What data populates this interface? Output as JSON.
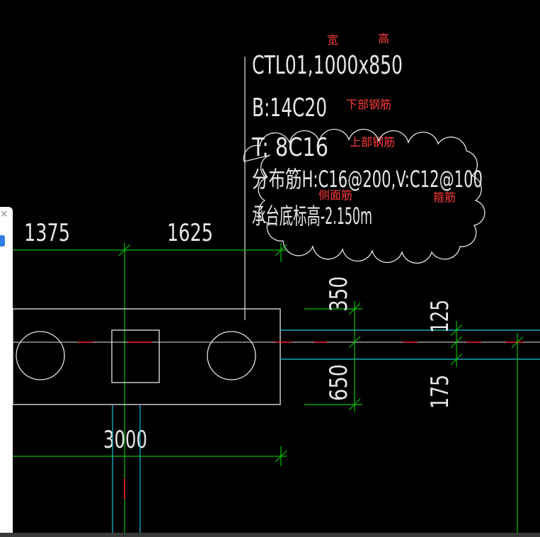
{
  "annotation": {
    "line1": "CTL01,1000x850",
    "line2": "B:14C20",
    "line3": "T: 8C16",
    "line4": "分布筋H:C16@200,V:C12@100",
    "line5": "承台底标高-2.150m"
  },
  "notes": {
    "width": "宽",
    "height": "高",
    "bottom_rebar": "下部钢筋",
    "top_rebar": "上部钢筋",
    "side_rebar": "侧面筋",
    "stirrup": "箍筋"
  },
  "dimensions": {
    "d1375": "1375",
    "d1625": "1625",
    "d3000": "3000",
    "d350": "350",
    "d650": "650",
    "d125": "125",
    "d175": "175"
  },
  "colors": {
    "background": "#000000",
    "linework": "#e6e6e6",
    "dimension": "#00c000",
    "beam": "#19c6d8",
    "centerline": "#ff2020",
    "note": "#ff3b3b"
  },
  "side_panel": {
    "close_icon": "×"
  }
}
